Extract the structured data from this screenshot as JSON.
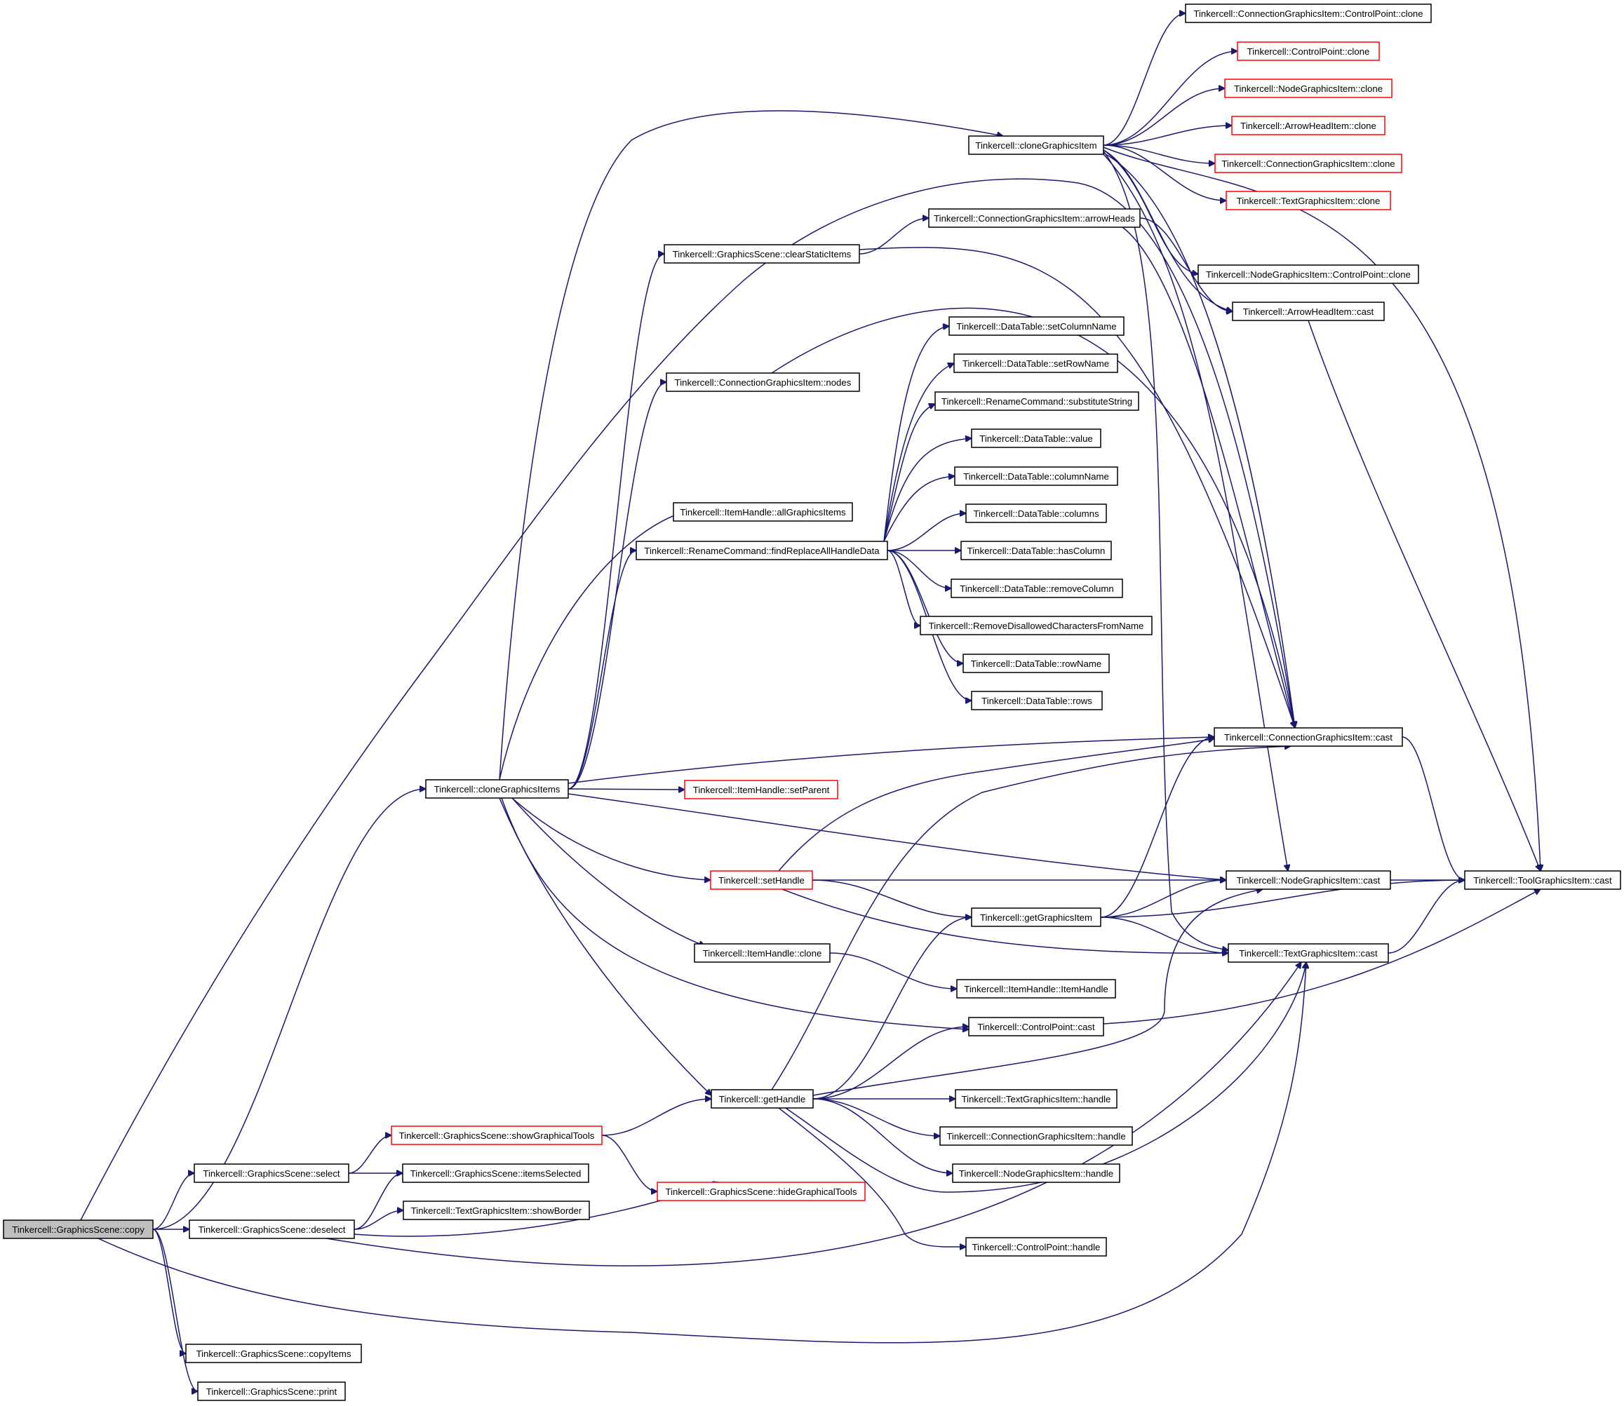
{
  "nodes": {
    "copy": "Tinkercell::GraphicsScene::copy",
    "select": "Tinkercell::GraphicsScene::select",
    "deselect": "Tinkercell::GraphicsScene::deselect",
    "copyItems": "Tinkercell::GraphicsScene::copyItems",
    "print": "Tinkercell::GraphicsScene::print",
    "showGraphicalTools": "Tinkercell::GraphicsScene::showGraphicalTools",
    "itemsSelected": "Tinkercell::GraphicsScene::itemsSelected",
    "showBorder": "Tinkercell::TextGraphicsItem::showBorder",
    "cloneGraphicsItems": "Tinkercell::cloneGraphicsItems",
    "clearStaticItems": "Tinkercell::GraphicsScene::clearStaticItems",
    "nodes": "Tinkercell::ConnectionGraphicsItem::nodes",
    "allGraphicsItems": "Tinkercell::ItemHandle::allGraphicsItems",
    "findReplace": "Tinkercell::RenameCommand::findReplaceAllHandleData",
    "setParent": "Tinkercell::ItemHandle::setParent",
    "setHandle": "Tinkercell::setHandle",
    "ihClone": "Tinkercell::ItemHandle::clone",
    "getHandle": "Tinkercell::getHandle",
    "hideGraphicalTools": "Tinkercell::GraphicsScene::hideGraphicalTools",
    "cloneGraphicsItem": "Tinkercell::cloneGraphicsItem",
    "arrowHeads": "Tinkercell::ConnectionGraphicsItem::arrowHeads",
    "setColumnName": "Tinkercell::DataTable::setColumnName",
    "setRowName": "Tinkercell::DataTable::setRowName",
    "substituteString": "Tinkercell::RenameCommand::substituteString",
    "dtValue": "Tinkercell::DataTable::value",
    "columnName": "Tinkercell::DataTable::columnName",
    "columns": "Tinkercell::DataTable::columns",
    "hasColumn": "Tinkercell::DataTable::hasColumn",
    "removeColumn": "Tinkercell::DataTable::removeColumn",
    "removeDisallowed": "Tinkercell::RemoveDisallowedCharactersFromName",
    "rowName": "Tinkercell::DataTable::rowName",
    "rows": "Tinkercell::DataTable::rows",
    "getGraphicsItem": "Tinkercell::getGraphicsItem",
    "itemHandleCtor": "Tinkercell::ItemHandle::ItemHandle",
    "cpCast": "Tinkercell::ControlPoint::cast",
    "tgiHandle": "Tinkercell::TextGraphicsItem::handle",
    "cgiHandle": "Tinkercell::ConnectionGraphicsItem::handle",
    "ngiHandle": "Tinkercell::NodeGraphicsItem::handle",
    "cpHandle": "Tinkercell::ControlPoint::handle",
    "cgiCpClone": "Tinkercell::ConnectionGraphicsItem::ControlPoint::clone",
    "cpClone": "Tinkercell::ControlPoint::clone",
    "ngiClone": "Tinkercell::NodeGraphicsItem::clone",
    "ahClone": "Tinkercell::ArrowHeadItem::clone",
    "cgiClone": "Tinkercell::ConnectionGraphicsItem::clone",
    "tgiClone": "Tinkercell::TextGraphicsItem::clone",
    "ngiCpClone": "Tinkercell::NodeGraphicsItem::ControlPoint::clone",
    "ahCast": "Tinkercell::ArrowHeadItem::cast",
    "cgiCast": "Tinkercell::ConnectionGraphicsItem::cast",
    "ngiCast": "Tinkercell::NodeGraphicsItem::cast",
    "tgiCast": "Tinkercell::TextGraphicsItem::cast",
    "toolCast": "Tinkercell::ToolGraphicsItem::cast"
  },
  "colors": {
    "edge": "#191970",
    "border": "#000000",
    "truncated_border": "#ff0000",
    "root_fill": "#bfbfbf",
    "node_fill": "#ffffff"
  }
}
